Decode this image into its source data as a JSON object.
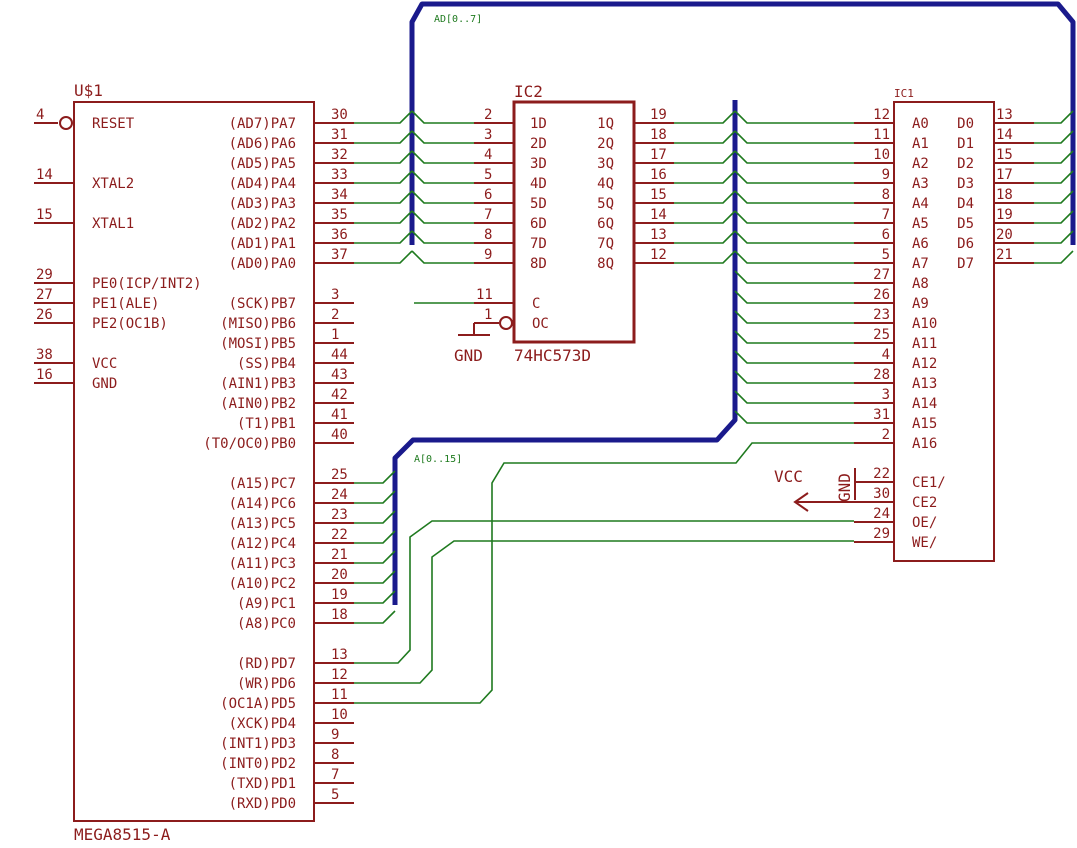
{
  "colors": {
    "symbol": "#8c1c1c",
    "net": "#1f7a1f",
    "bus": "#1a1a8c",
    "background": "#ffffff"
  },
  "u1": {
    "name": "U$1",
    "value": "MEGA8515-A",
    "left_pins": [
      {
        "num": "4",
        "label": "RESET",
        "inverted": true
      },
      {
        "num": "14",
        "label": "XTAL2"
      },
      {
        "num": "15",
        "label": "XTAL1"
      },
      {
        "num": "29",
        "label": "PE0(ICP/INT2)"
      },
      {
        "num": "27",
        "label": "PE1(ALE)"
      },
      {
        "num": "26",
        "label": "PE2(OC1B)"
      },
      {
        "num": "38",
        "label": "VCC"
      },
      {
        "num": "16",
        "label": "GND"
      }
    ],
    "right_pins": [
      {
        "num": "30",
        "label": "(AD7)PA7",
        "net": "AD7"
      },
      {
        "num": "31",
        "label": "(AD6)PA6",
        "net": "AD6"
      },
      {
        "num": "32",
        "label": "(AD5)PA5",
        "net": "AD5"
      },
      {
        "num": "33",
        "label": "(AD4)PA4",
        "net": "AD4"
      },
      {
        "num": "34",
        "label": "(AD3)PA3",
        "net": "AD3"
      },
      {
        "num": "35",
        "label": "(AD2)PA2",
        "net": "AD2"
      },
      {
        "num": "36",
        "label": "(AD1)PA1",
        "net": "AD1"
      },
      {
        "num": "37",
        "label": "(AD0)PA0",
        "net": "AD0"
      },
      {
        "num": "3",
        "label": "(SCK)PB7"
      },
      {
        "num": "2",
        "label": "(MISO)PB6"
      },
      {
        "num": "1",
        "label": "(MOSI)PB5"
      },
      {
        "num": "44",
        "label": "(SS)PB4"
      },
      {
        "num": "43",
        "label": "(AIN1)PB3"
      },
      {
        "num": "42",
        "label": "(AIN0)PB2"
      },
      {
        "num": "41",
        "label": "(T1)PB1"
      },
      {
        "num": "40",
        "label": "(T0/OC0)PB0"
      },
      {
        "num": "25",
        "label": "(A15)PC7",
        "net": "A15"
      },
      {
        "num": "24",
        "label": "(A14)PC6",
        "net": "A14"
      },
      {
        "num": "23",
        "label": "(A13)PC5",
        "net": "A13"
      },
      {
        "num": "22",
        "label": "(A12)PC4",
        "net": "A12"
      },
      {
        "num": "21",
        "label": "(A11)PC3",
        "net": "A11"
      },
      {
        "num": "20",
        "label": "(A10)PC2",
        "net": "A10"
      },
      {
        "num": "19",
        "label": "(A9)PC1",
        "net": "A9"
      },
      {
        "num": "18",
        "label": "(A8)PC0",
        "net": "A8"
      },
      {
        "num": "13",
        "label": "(RD)PD7"
      },
      {
        "num": "12",
        "label": "(WR)PD6"
      },
      {
        "num": "11",
        "label": "(OC1A)PD5"
      },
      {
        "num": "10",
        "label": "(XCK)PD4"
      },
      {
        "num": "9",
        "label": "(INT1)PD3"
      },
      {
        "num": "8",
        "label": "(INT0)PD2"
      },
      {
        "num": "7",
        "label": "(TXD)PD1"
      },
      {
        "num": "5",
        "label": "(RXD)PD0"
      }
    ]
  },
  "ic2": {
    "name": "IC2",
    "value": "74HC573D",
    "d_pins": [
      {
        "num": "2",
        "label": "1D",
        "net": "AD7"
      },
      {
        "num": "3",
        "label": "2D",
        "net": "AD6"
      },
      {
        "num": "4",
        "label": "3D",
        "net": "AD5"
      },
      {
        "num": "5",
        "label": "4D",
        "net": "AD4"
      },
      {
        "num": "6",
        "label": "5D",
        "net": "AD3"
      },
      {
        "num": "7",
        "label": "6D",
        "net": "AD2"
      },
      {
        "num": "8",
        "label": "7D",
        "net": "AD1"
      },
      {
        "num": "9",
        "label": "8D",
        "net": "AD0"
      }
    ],
    "q_pins": [
      {
        "num": "19",
        "label": "1Q",
        "net": "A7"
      },
      {
        "num": "18",
        "label": "2Q",
        "net": "A6"
      },
      {
        "num": "17",
        "label": "3Q",
        "net": "A5"
      },
      {
        "num": "16",
        "label": "4Q",
        "net": "A4"
      },
      {
        "num": "15",
        "label": "5Q",
        "net": "A3"
      },
      {
        "num": "14",
        "label": "6Q",
        "net": "A2"
      },
      {
        "num": "13",
        "label": "7Q",
        "net": "A1"
      },
      {
        "num": "12",
        "label": "8Q",
        "net": "A0"
      }
    ],
    "c_pin": {
      "num": "11",
      "label": "C",
      "net": "ALE"
    },
    "oc_pin": {
      "num": "1",
      "label": "OC"
    },
    "gnd": "GND"
  },
  "ic1": {
    "name": "IC1",
    "a_pins": [
      {
        "num": "12",
        "label": "A0",
        "net": "A0"
      },
      {
        "num": "11",
        "label": "A1",
        "net": "A1"
      },
      {
        "num": "10",
        "label": "A2",
        "net": "A2"
      },
      {
        "num": "9",
        "label": "A3",
        "net": "A3"
      },
      {
        "num": "8",
        "label": "A4",
        "net": "A4"
      },
      {
        "num": "7",
        "label": "A5",
        "net": "A5"
      },
      {
        "num": "6",
        "label": "A6",
        "net": "A6"
      },
      {
        "num": "5",
        "label": "A7",
        "net": "A7"
      },
      {
        "num": "27",
        "label": "A8",
        "net": "A8"
      },
      {
        "num": "26",
        "label": "A9",
        "net": "A9"
      },
      {
        "num": "23",
        "label": "A10",
        "net": "A10"
      },
      {
        "num": "25",
        "label": "A11",
        "net": "A11"
      },
      {
        "num": "4",
        "label": "A12",
        "net": "A12"
      },
      {
        "num": "28",
        "label": "A13",
        "net": "A13"
      },
      {
        "num": "3",
        "label": "A14",
        "net": "A14"
      },
      {
        "num": "31",
        "label": "A15",
        "net": "A15"
      },
      {
        "num": "2",
        "label": "A16"
      }
    ],
    "ctrl_pins": [
      {
        "num": "22",
        "label": "CE1/"
      },
      {
        "num": "30",
        "label": "CE2"
      },
      {
        "num": "24",
        "label": "OE/"
      },
      {
        "num": "29",
        "label": "WE/"
      }
    ],
    "d_pins": [
      {
        "num": "13",
        "label": "D0",
        "net": "AD0"
      },
      {
        "num": "14",
        "label": "D1",
        "net": "AD1"
      },
      {
        "num": "15",
        "label": "D2",
        "net": "AD2"
      },
      {
        "num": "17",
        "label": "D3",
        "net": "AD3"
      },
      {
        "num": "18",
        "label": "D4",
        "net": "AD4"
      },
      {
        "num": "19",
        "label": "D5",
        "net": "AD5"
      },
      {
        "num": "20",
        "label": "D6",
        "net": "AD6"
      },
      {
        "num": "21",
        "label": "D7",
        "net": "AD7"
      }
    ]
  },
  "buses": {
    "ad": "AD[0..7]",
    "a": "A[0..15]"
  },
  "nets": {
    "a16": "A16",
    "rd": "RD/",
    "wr": "WR/",
    "ale": "ALE"
  },
  "power": {
    "vcc": "VCC",
    "gnd": "GND"
  }
}
